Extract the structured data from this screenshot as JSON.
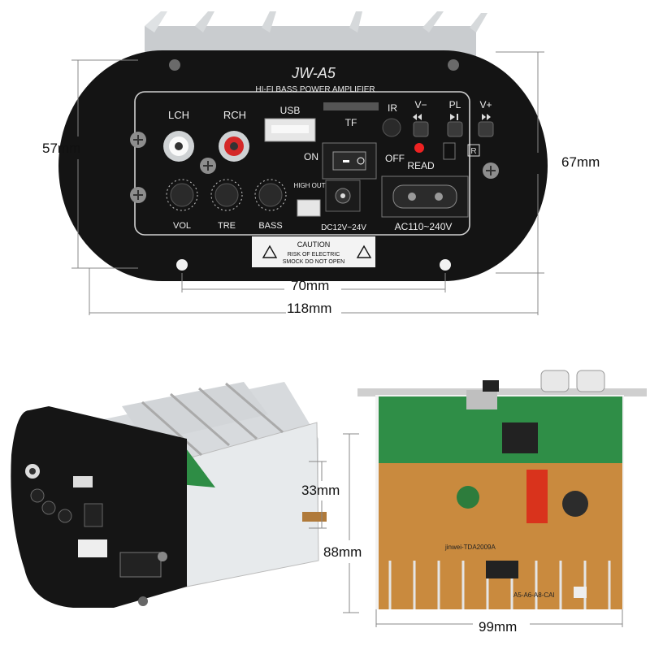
{
  "top_panel": {
    "model": "JW-A5",
    "subtitle": "HI-FI  BASS POWER AMPLIFIER",
    "lch": "LCH",
    "rch": "RCH",
    "usb": "USB",
    "tf": "TF",
    "ir": "IR",
    "v_minus": "V−",
    "pl": "PL",
    "v_plus": "V+",
    "on": "ON",
    "off": "OFF",
    "read": "READ",
    "high_out": "HIGH OUT",
    "vol": "VOL",
    "tre": "TRE",
    "bass": "BASS",
    "dc": "DC12V~24V",
    "ac": "AC110~240V",
    "caution": "CAUTION",
    "caution_line1": "RISK OF ELECTRIC",
    "caution_line2": "SMOCK DO NOT OPEN",
    "r_badge": "R"
  },
  "dimensions": {
    "height_left": "57mm",
    "height_right": "67mm",
    "hole_spacing": "70mm",
    "total_width": "118mm",
    "depth": "33mm",
    "board_height": "88mm",
    "board_width": "99mm"
  },
  "board_labels": {
    "chip": "jinwei-TDA2009A",
    "model_ref": "A5-A6-A8-CAI"
  }
}
